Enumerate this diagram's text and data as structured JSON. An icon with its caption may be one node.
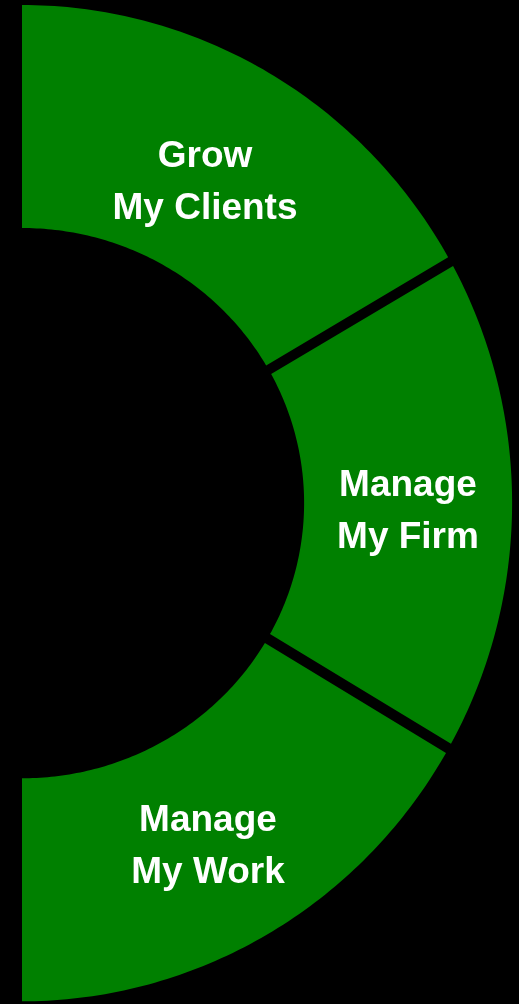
{
  "diagram": {
    "nodes": [
      {
        "text": [
          "Grow My Clients"
        ]
      },
      {
        "text": [
          "Manage My Firm"
        ]
      },
      {
        "text": [
          "Manage My Work"
        ]
      }
    ]
  }
}
